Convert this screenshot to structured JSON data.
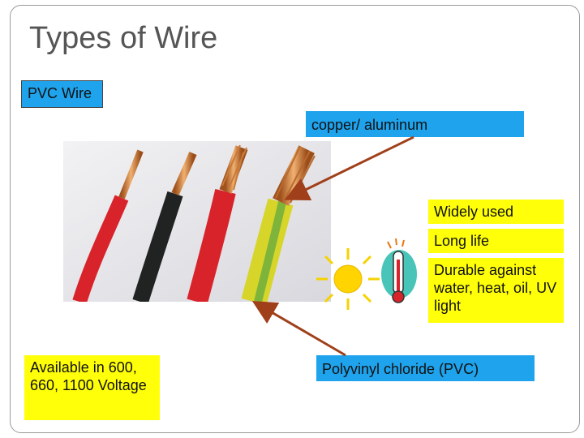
{
  "slide": {
    "title": "Types of Wire",
    "labels": {
      "pvc_wire": "PVC Wire",
      "conductor": "copper/  aluminum",
      "widely_used": "Widely used",
      "long_life": "Long life",
      "durable": "Durable against water, heat, oil, UV light",
      "available": "Available in 600, 660, 1100 Voltage",
      "pvc_name": "Polyvinyl chloride (PVC)"
    },
    "images": {
      "wires": "colored-wires-photo",
      "sun": "sun-icon",
      "thermometer": "thermometer-icon"
    },
    "colors": {
      "label_blue": "#1ea3ec",
      "label_yellow": "#ffff0a",
      "arrow": "#a0401a",
      "title": "#555555"
    }
  }
}
